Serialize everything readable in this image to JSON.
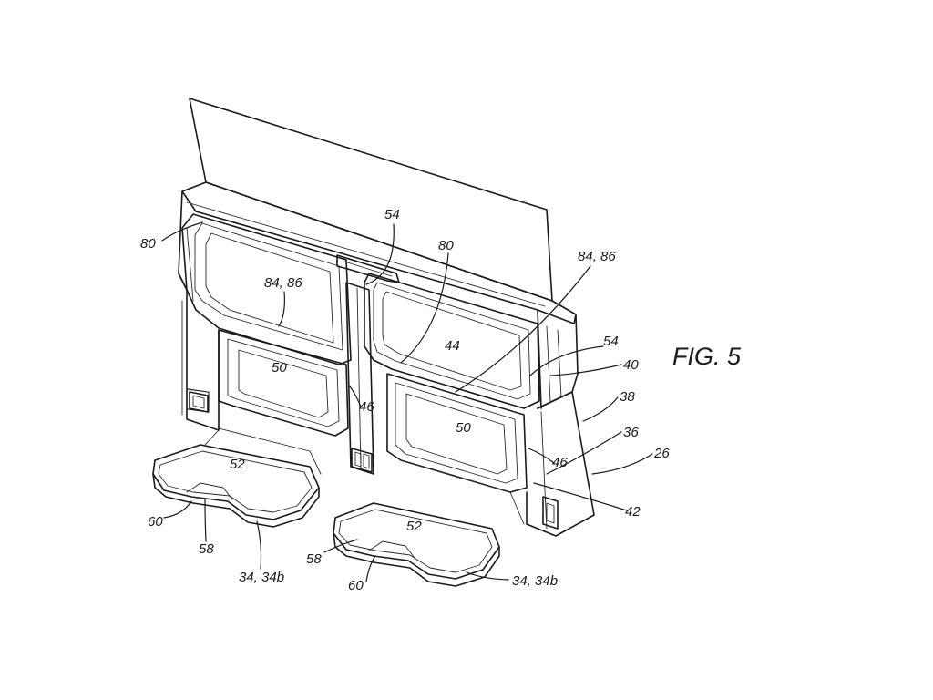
{
  "figure": {
    "label": "FIG. 5"
  },
  "reference_numerals": [
    {
      "id": "n80a",
      "text": "80"
    },
    {
      "id": "n54a",
      "text": "54"
    },
    {
      "id": "n80b",
      "text": "80"
    },
    {
      "id": "n8486a",
      "text": "84, 86"
    },
    {
      "id": "n8486b",
      "text": "84, 86"
    },
    {
      "id": "n44",
      "text": "44"
    },
    {
      "id": "n54b",
      "text": "54"
    },
    {
      "id": "n40",
      "text": "40"
    },
    {
      "id": "n50a",
      "text": "50"
    },
    {
      "id": "n46a",
      "text": "46"
    },
    {
      "id": "n38",
      "text": "38"
    },
    {
      "id": "n50b",
      "text": "50"
    },
    {
      "id": "n36",
      "text": "36"
    },
    {
      "id": "n46b",
      "text": "46"
    },
    {
      "id": "n26",
      "text": "26"
    },
    {
      "id": "n52a",
      "text": "52"
    },
    {
      "id": "n42",
      "text": "42"
    },
    {
      "id": "n60a",
      "text": "60"
    },
    {
      "id": "n58a",
      "text": "58"
    },
    {
      "id": "n52b",
      "text": "52"
    },
    {
      "id": "n3434ba",
      "text": "34, 34b"
    },
    {
      "id": "n58b",
      "text": "58"
    },
    {
      "id": "n60b",
      "text": "60"
    },
    {
      "id": "n3434bb",
      "text": "34, 34b"
    }
  ]
}
